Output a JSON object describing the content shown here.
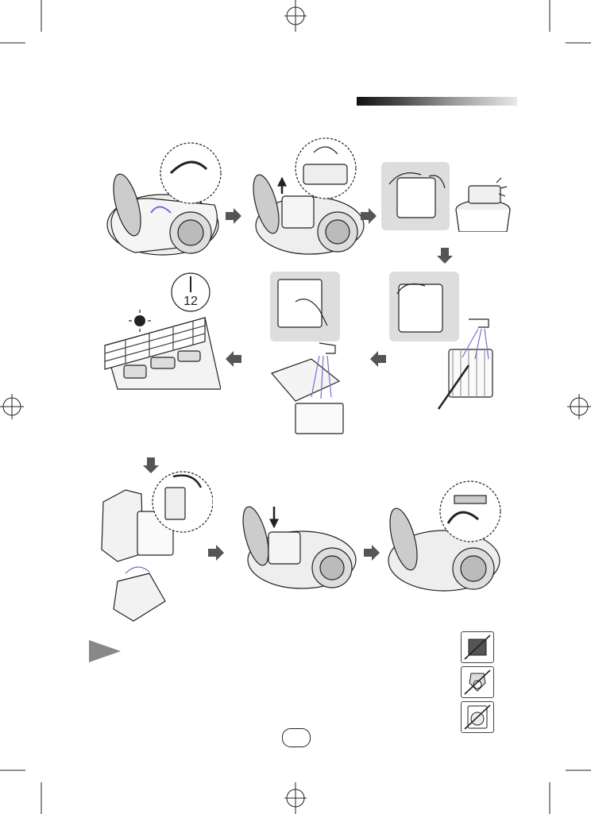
{
  "page": {
    "header_bar": "gradient-header-bar",
    "page_number": "",
    "note_marker": "gray-triangle-marker",
    "colors": {
      "ink": "#222222",
      "gray_fill": "#dddddd",
      "arrow": "#555555",
      "accent": "#7a6fd0"
    }
  },
  "clock": {
    "label": "12"
  },
  "warning_icons": [
    "no-dryer-icon",
    "no-tumble-icon",
    "no-washing-machine-icon"
  ]
}
